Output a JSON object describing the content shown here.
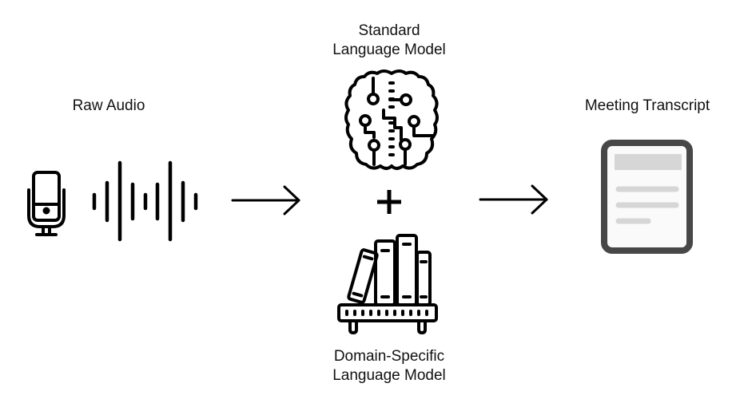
{
  "diagram": {
    "stages": [
      {
        "id": "input",
        "label": "Raw Audio",
        "icons": [
          "microphone-icon",
          "waveform-icon"
        ]
      },
      {
        "id": "models",
        "top_label_lines": [
          "Standard",
          "Language Model"
        ],
        "bottom_label_lines": [
          "Domain-Specific",
          "Language Model"
        ],
        "icons": [
          "brain-circuit-icon",
          "plus-icon",
          "books-icon"
        ],
        "combiner": "+"
      },
      {
        "id": "output",
        "label": "Meeting Transcript",
        "icons": [
          "document-icon"
        ]
      }
    ],
    "arrows": [
      {
        "from": "input",
        "to": "models"
      },
      {
        "from": "models",
        "to": "output"
      }
    ]
  },
  "colors": {
    "ink": "#000000",
    "text": "#111111",
    "document_border": "#474747",
    "document_fill": "#fafafa",
    "document_placeholder": "#d6d6d6",
    "background": "#ffffff"
  }
}
